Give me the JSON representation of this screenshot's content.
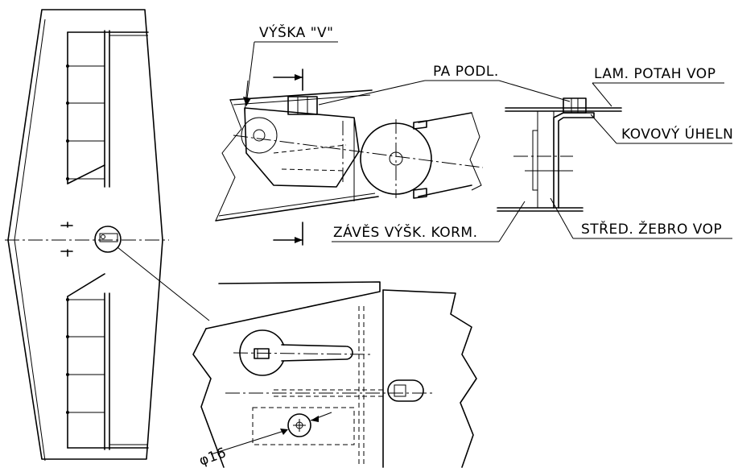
{
  "labels": {
    "vyska_v": "VÝŠKA \"V\"",
    "pa_podl": "PA PODL.",
    "lam_potah": "LAM. POTAH VOP",
    "kovovy_uhelnik": "KOVOVÝ ÚHELN",
    "zaves": "ZÁVĚS VÝŠK. KORM.",
    "stred_zebro": "STŘED. ŽEBRO VOP",
    "diameter": "φ16"
  },
  "colors": {
    "line": "#000000",
    "background": "#ffffff"
  }
}
